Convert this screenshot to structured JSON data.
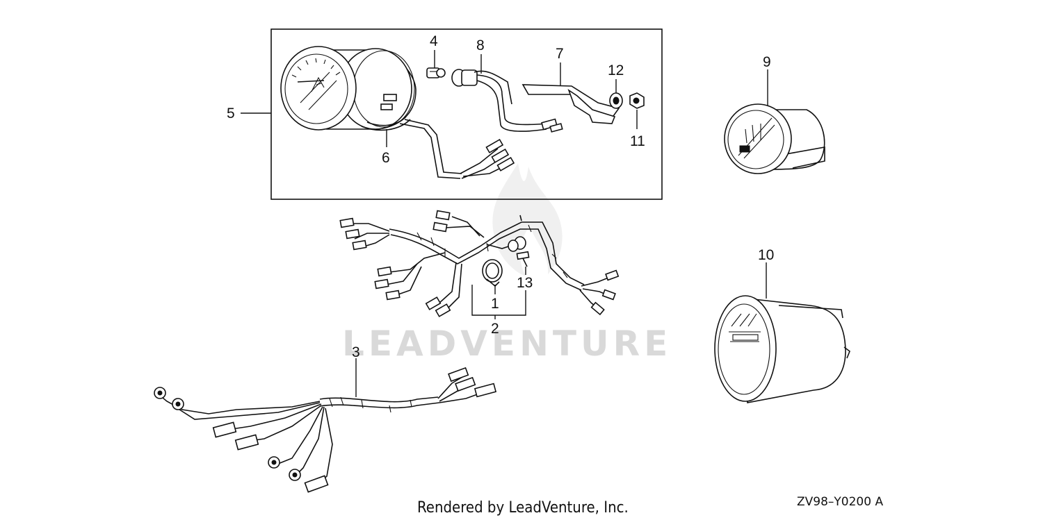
{
  "callouts": {
    "c1": "1",
    "c2": "2",
    "c3": "3",
    "c4": "4",
    "c5": "5",
    "c6": "6",
    "c7": "7",
    "c8": "8",
    "c9": "9",
    "c10": "10",
    "c11": "11",
    "c12": "12",
    "c13": "13"
  },
  "watermark": "LEADVENTURE",
  "footer": {
    "credit": "Rendered by LeadVenture, Inc.",
    "code": "ZV98–Y0200 A"
  }
}
